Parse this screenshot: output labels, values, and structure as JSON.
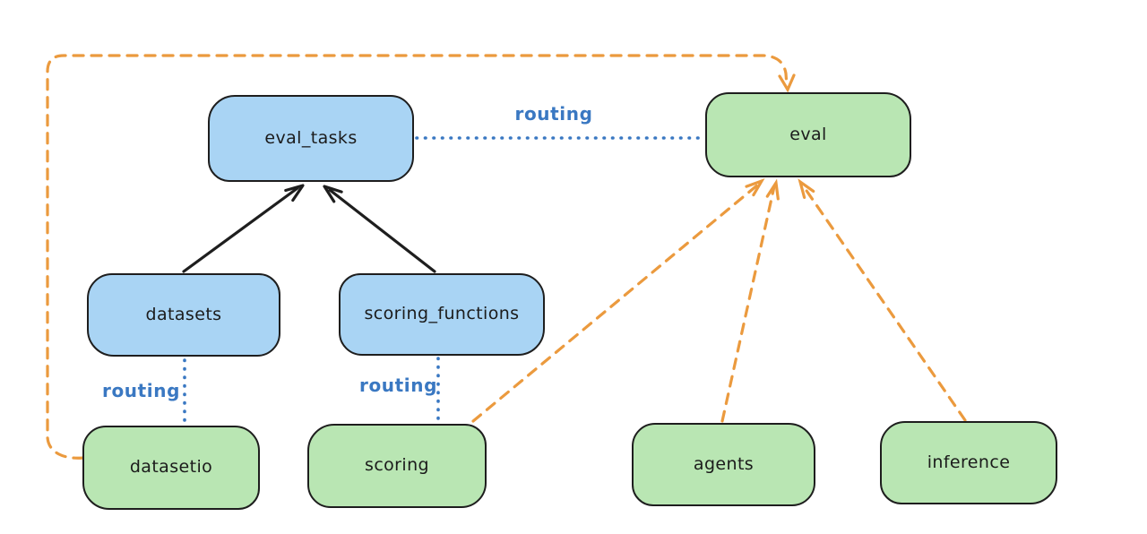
{
  "diagram": {
    "nodes": {
      "eval_tasks": {
        "label": "eval_tasks",
        "fill": "#a9d4f4"
      },
      "eval": {
        "label": "eval",
        "fill": "#b9e6b3"
      },
      "datasets": {
        "label": "datasets",
        "fill": "#a9d4f4"
      },
      "scoring_functions": {
        "label": "scoring_functions",
        "fill": "#a9d4f4"
      },
      "datasetio": {
        "label": "datasetio",
        "fill": "#b9e6b3"
      },
      "scoring": {
        "label": "scoring",
        "fill": "#b9e6b3"
      },
      "agents": {
        "label": "agents",
        "fill": "#b9e6b3"
      },
      "inference": {
        "label": "inference",
        "fill": "#b9e6b3"
      }
    },
    "edges": [
      {
        "from": "datasets",
        "to": "eval_tasks",
        "style": "solid",
        "color": "#1e1e1e",
        "arrow": true,
        "label": ""
      },
      {
        "from": "scoring_functions",
        "to": "eval_tasks",
        "style": "solid",
        "color": "#1e1e1e",
        "arrow": true,
        "label": ""
      },
      {
        "from": "eval_tasks",
        "to": "eval",
        "style": "dotted",
        "color": "#3a78c2",
        "arrow": false,
        "label": "routing"
      },
      {
        "from": "datasets",
        "to": "datasetio",
        "style": "dotted",
        "color": "#3a78c2",
        "arrow": false,
        "label": "routing"
      },
      {
        "from": "scoring_functions",
        "to": "scoring",
        "style": "dotted",
        "color": "#3a78c2",
        "arrow": false,
        "label": "routing"
      },
      {
        "from": "datasetio",
        "to": "eval",
        "style": "dashed",
        "color": "#eb9a3e",
        "arrow": true,
        "label": ""
      },
      {
        "from": "scoring",
        "to": "eval",
        "style": "dashed",
        "color": "#eb9a3e",
        "arrow": true,
        "label": ""
      },
      {
        "from": "agents",
        "to": "eval",
        "style": "dashed",
        "color": "#eb9a3e",
        "arrow": true,
        "label": ""
      },
      {
        "from": "inference",
        "to": "eval",
        "style": "dashed",
        "color": "#eb9a3e",
        "arrow": true,
        "label": ""
      }
    ],
    "colors": {
      "node_border": "#1e1e1e",
      "blue_fill": "#a9d4f4",
      "green_fill": "#b9e6b3",
      "routing_blue": "#3a78c2",
      "orange": "#eb9a3e",
      "background": "#ffffff"
    }
  }
}
